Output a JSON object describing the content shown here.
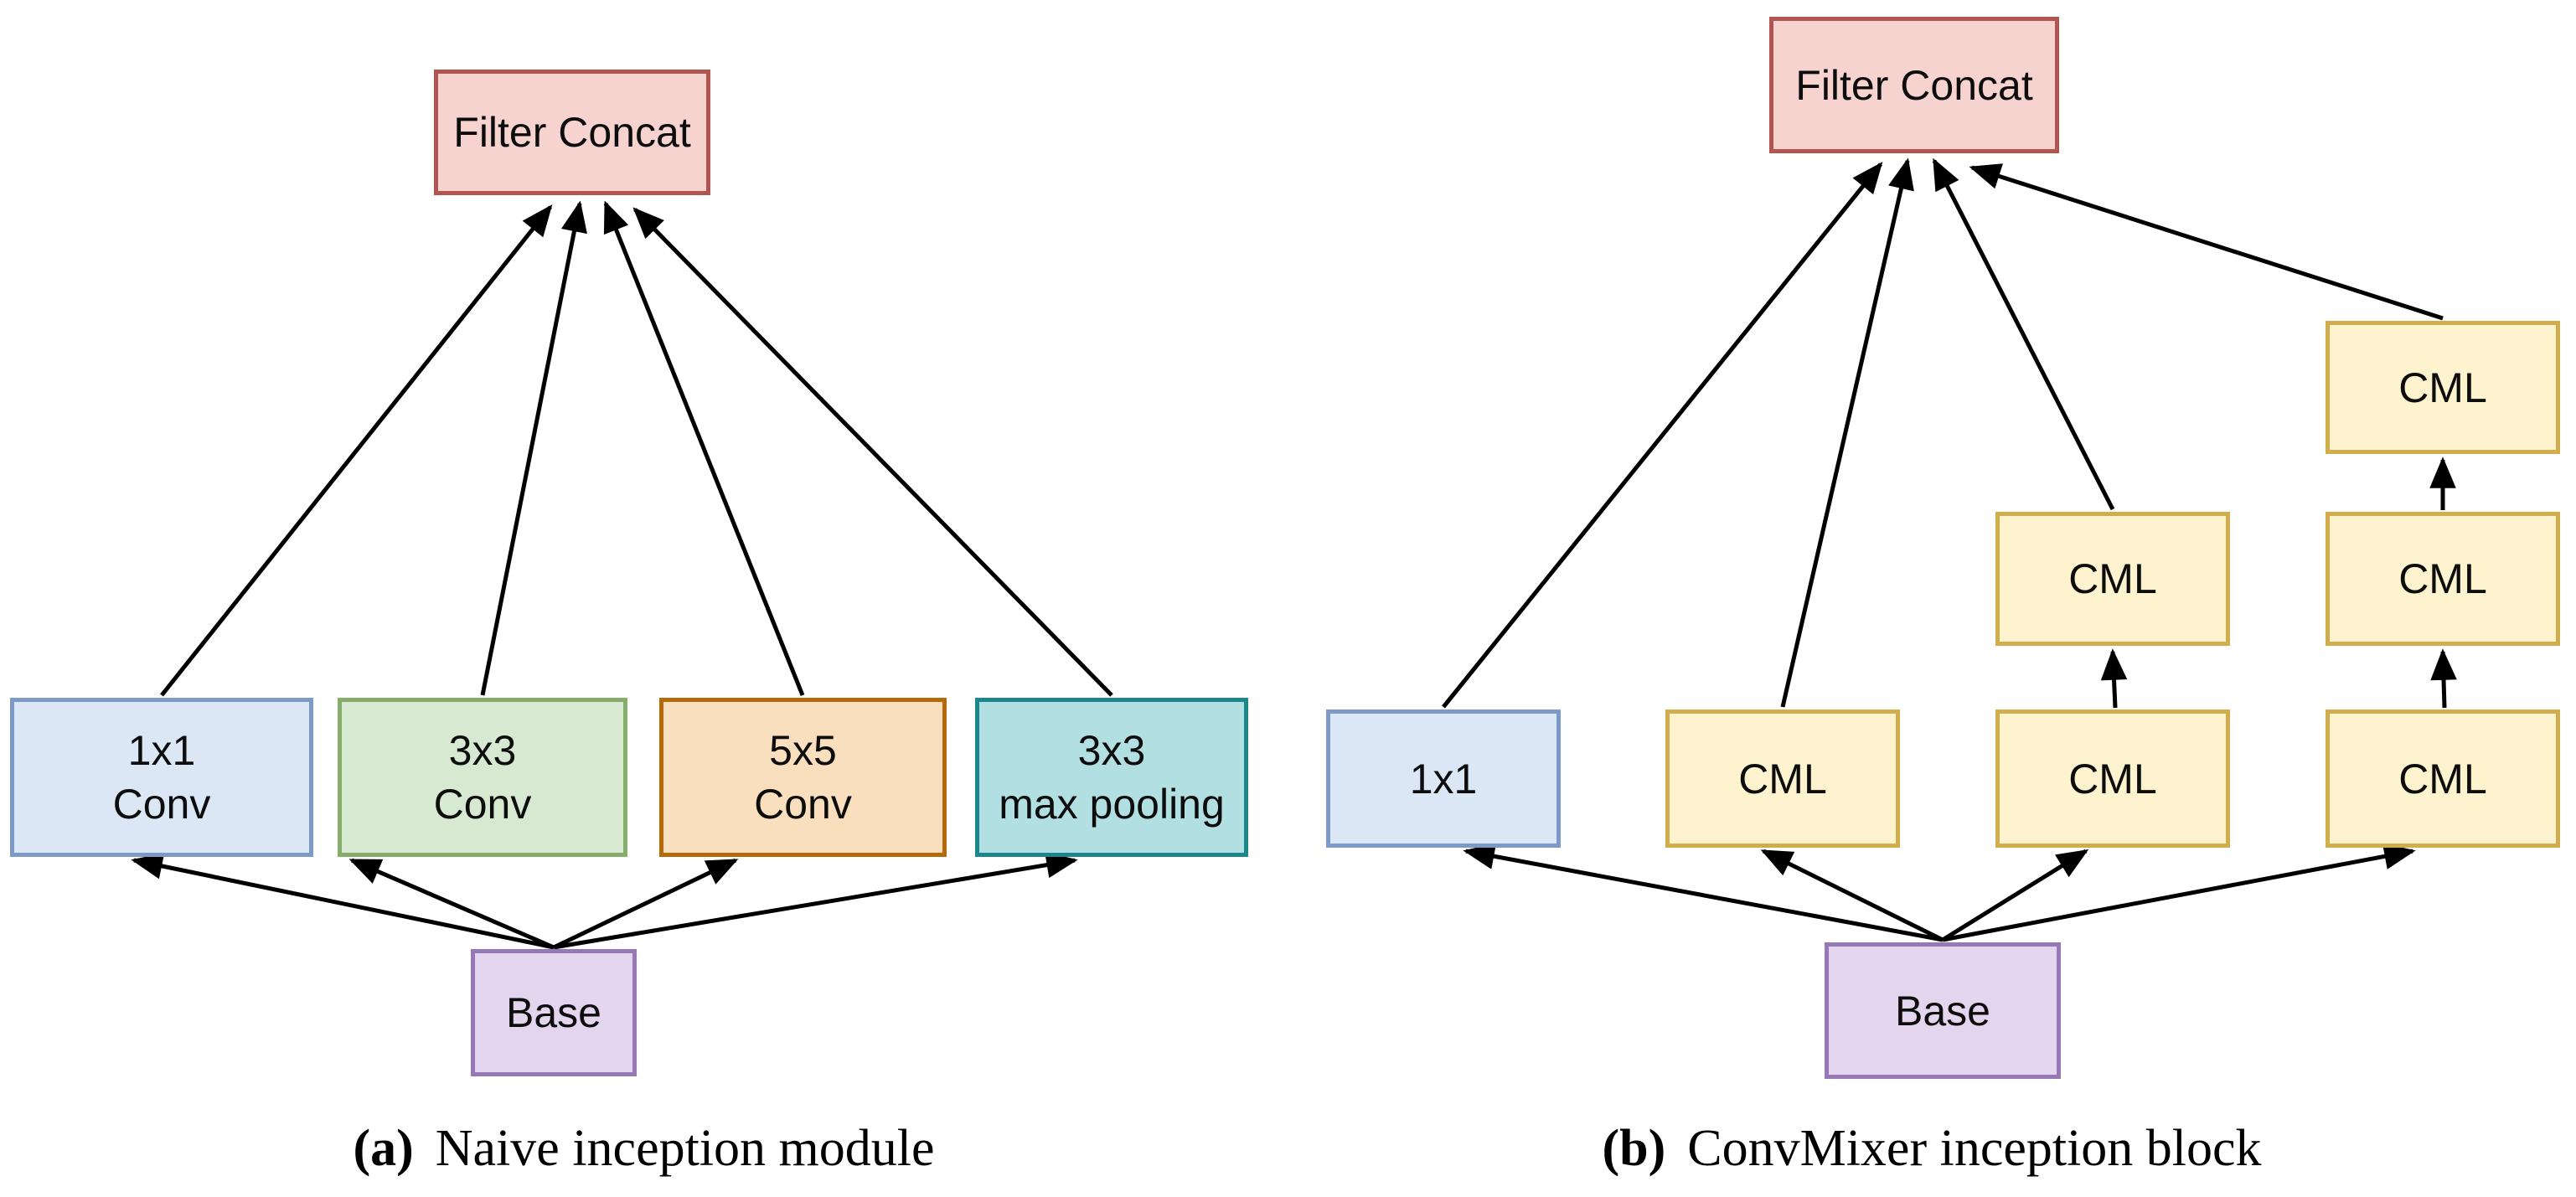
{
  "palette": {
    "concat_fill": "#f7d3d0",
    "concat_border": "#b05550",
    "conv1x1_fill": "#dce7f6",
    "conv1x1_border": "#7d9ac6",
    "conv3x3_fill": "#d7e9d0",
    "conv3x3_border": "#87ad69",
    "conv5x5_fill": "#f9dfbd",
    "conv5x5_border": "#b56a0c",
    "maxpool_fill": "#b2e0e2",
    "maxpool_border": "#1b868c",
    "base_fill": "#e3d5ed",
    "base_border": "#9678b6",
    "cml_fill": "#fdf3cf",
    "cml_border": "#d1ae4b",
    "arrow": "#000000"
  },
  "panel_a": {
    "caption_label": "(a)",
    "caption_text": "Naive inception module",
    "nodes": {
      "filter_concat": "Filter Concat",
      "conv_1x1": "1x1\nConv",
      "conv_3x3": "3x3\nConv",
      "conv_5x5": "5x5\nConv",
      "max_pool": "3x3\nmax pooling",
      "base": "Base"
    }
  },
  "panel_b": {
    "caption_label": "(b)",
    "caption_text": "ConvMixer inception block",
    "nodes": {
      "filter_concat": "Filter Concat",
      "conv_1x1": "1x1",
      "cml_branch2": "CML",
      "cml_branch3_bottom": "CML",
      "cml_branch3_top": "CML",
      "cml_branch4_bottom": "CML",
      "cml_branch4_middle": "CML",
      "cml_branch4_top": "CML",
      "base": "Base"
    }
  }
}
